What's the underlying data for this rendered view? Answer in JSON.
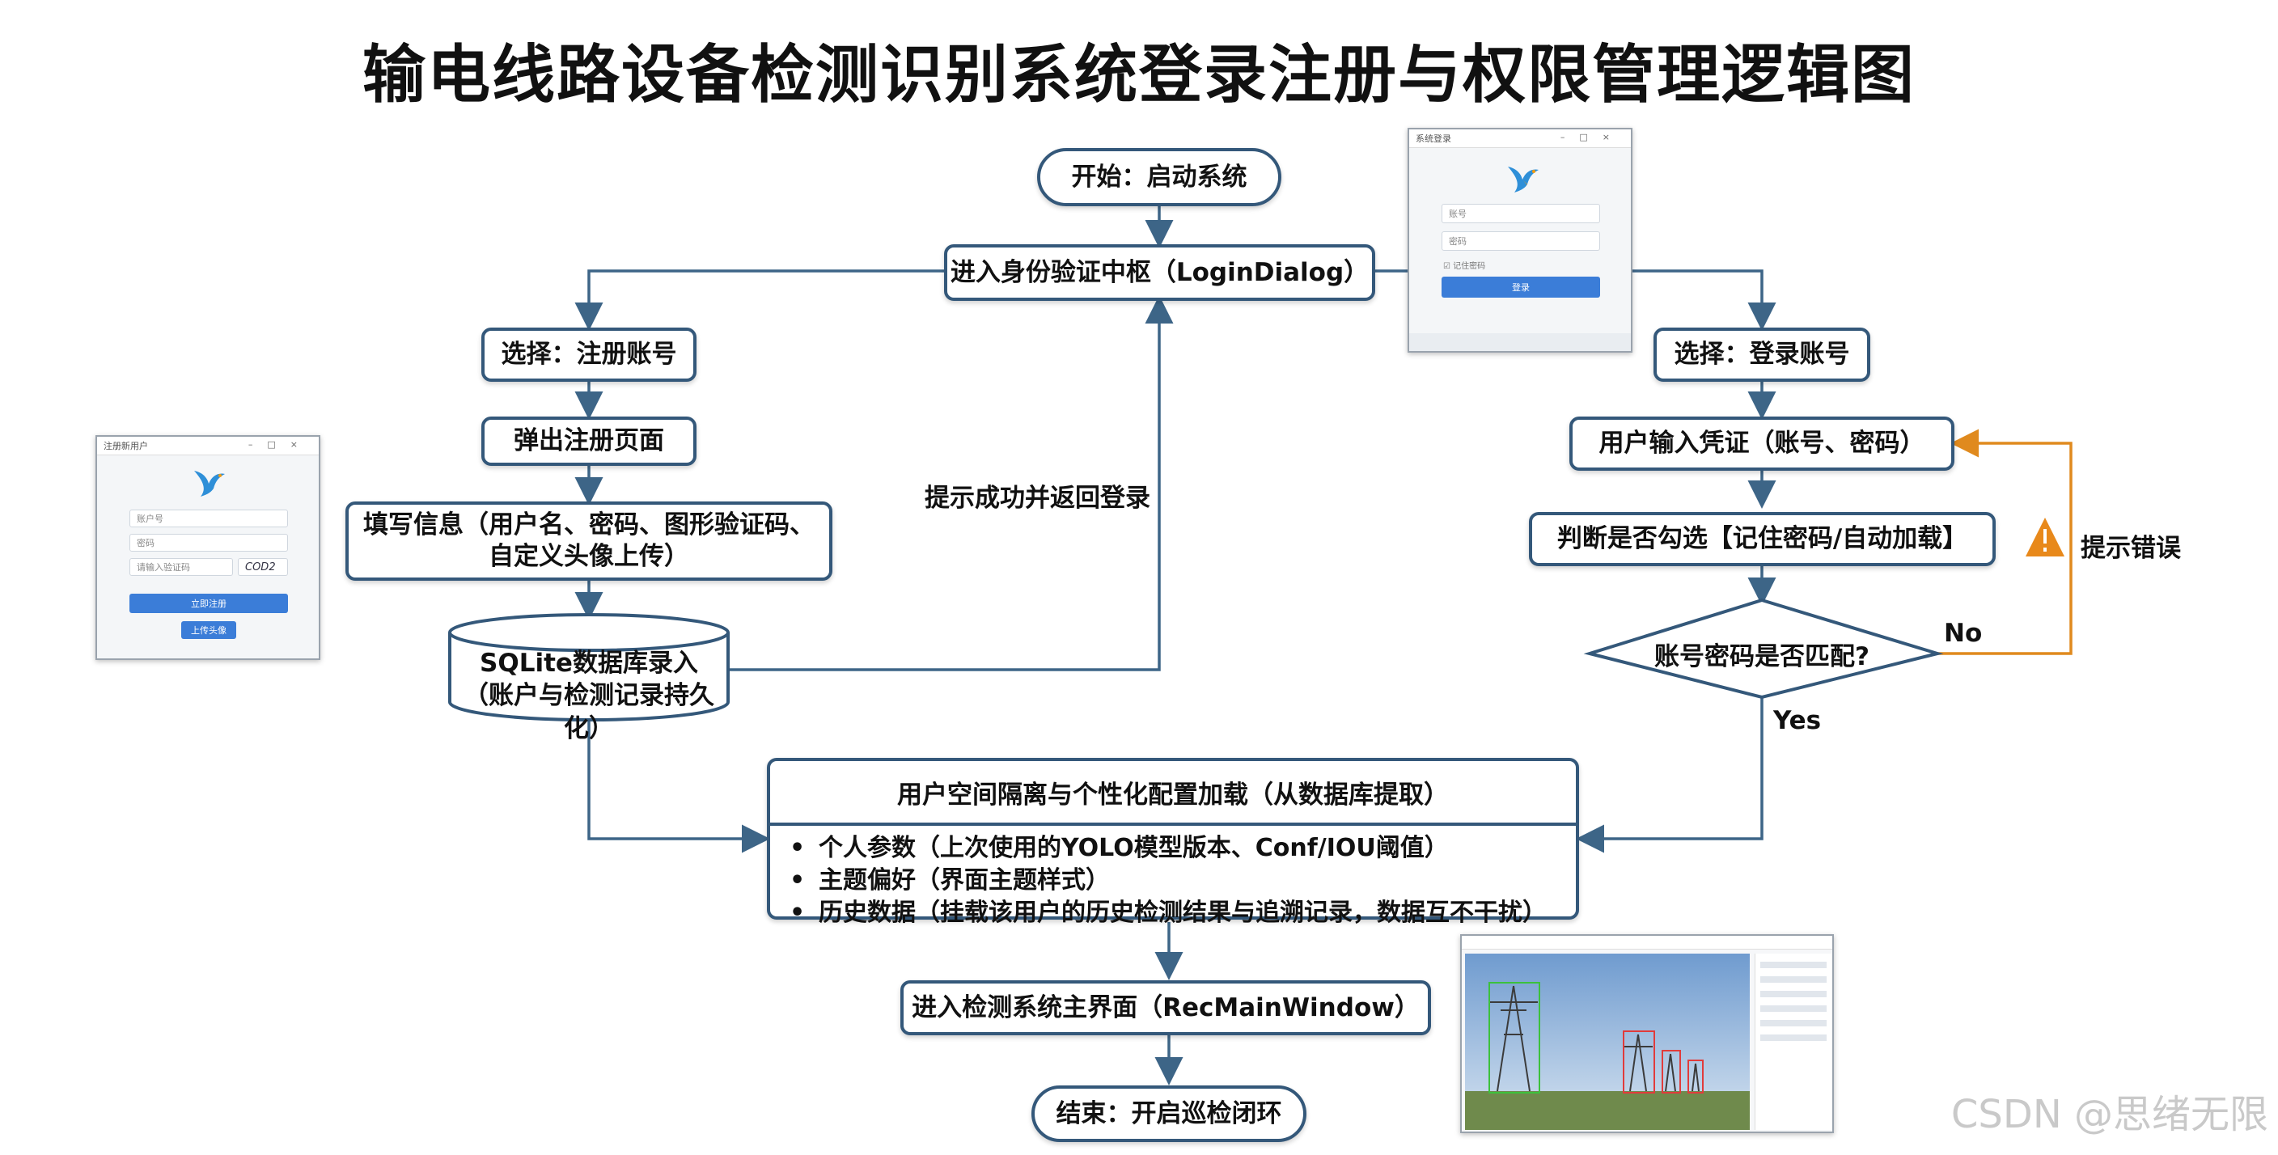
{
  "title": "输电线路设备检测识别系统登录注册与权限管理逻辑图",
  "nodes": {
    "start": "开始：启动系统",
    "login_hub": "进入身份验证中枢（LoginDialog）",
    "choose_register": "选择：注册账号",
    "popup_register": "弹出注册页面",
    "fill_info": "填写信息（用户名、密码、图形验证码、\n自定义头像上传）",
    "sqlite": "SQLite数据库录入\n（账户与检测记录持久化）",
    "choose_login": "选择：登录账号",
    "input_cred": "用户输入凭证（账号、密码）",
    "remember": "判断是否勾选【记住密码/自动加载】",
    "match": "账号密码是否匹配?",
    "main_window": "进入检测系统主界面（RecMainWindow）",
    "end": "结束：开启巡检闭环"
  },
  "labels": {
    "return_login": "提示成功并返回登录",
    "prompt_error": "提示错误",
    "no": "No",
    "yes": "Yes"
  },
  "panel": {
    "head": "用户空间隔离与个性化配置加载（从数据库提取）",
    "items": [
      "个人参数（上次使用的YOLO模型版本、Conf/IOU阈值）",
      "主题偏好（界面主题样式）",
      "历史数据（挂载该用户的历史检测结果与追溯记录，数据互不干扰）"
    ]
  },
  "login_shot": {
    "title": "系统登录",
    "account": "账号",
    "password": "密码",
    "remember": "记住密码",
    "button": "登录"
  },
  "register_shot": {
    "title": "注册新用户",
    "account": "账户号",
    "password": "密码",
    "captcha": "请输入验证码",
    "captcha_code": "COD2",
    "button": "立即注册",
    "upload": "上传头像"
  },
  "watermark": "CSDN @思绪无限",
  "colors": {
    "border": "#34587a",
    "arrow": "#3d6587",
    "error_arrow": "#e08a1e",
    "warning": "#e8891b"
  }
}
